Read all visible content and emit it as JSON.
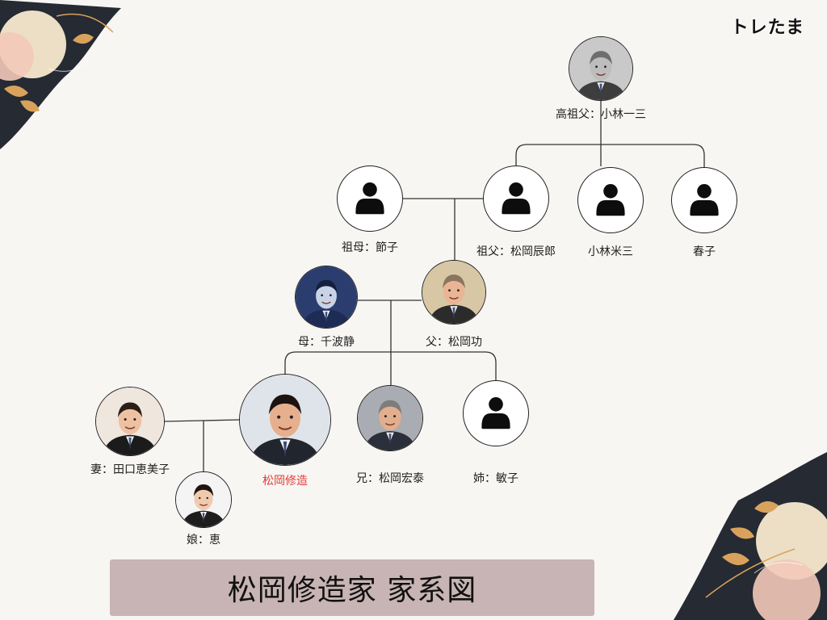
{
  "brand": "トレたま",
  "title": "松岡修造家 家系図",
  "colors": {
    "background": "#f8f6f3",
    "line": "#333333",
    "highlight": "#e53935",
    "title_box": "#c8b4b4",
    "deco_dark": "#252a33",
    "deco_gold": "#d9a25c",
    "deco_peach": "#f3c9b8",
    "deco_cream": "#f7e9cf"
  },
  "members": [
    {
      "id": "great_grandfather",
      "label": "高祖父：小林一三",
      "icon": "portrait-photo",
      "highlight": false
    },
    {
      "id": "grandmother",
      "label": "祖母：節子",
      "icon": "person-silhouette-icon",
      "highlight": false
    },
    {
      "id": "grandfather",
      "label": "祖父：松岡辰郎",
      "icon": "person-silhouette-icon",
      "highlight": false
    },
    {
      "id": "yonezo",
      "label": "小林米三",
      "icon": "person-silhouette-icon",
      "highlight": false
    },
    {
      "id": "haruko",
      "label": "春子",
      "icon": "person-silhouette-icon",
      "highlight": false
    },
    {
      "id": "mother",
      "label": "母：千波静",
      "icon": "portrait-photo",
      "highlight": false
    },
    {
      "id": "father",
      "label": "父：松岡功",
      "icon": "portrait-photo",
      "highlight": false
    },
    {
      "id": "wife",
      "label": "妻：田口恵美子",
      "icon": "portrait-photo",
      "highlight": false
    },
    {
      "id": "shuzo",
      "label": "松岡修造",
      "icon": "portrait-photo",
      "highlight": true
    },
    {
      "id": "brother",
      "label": "兄：松岡宏泰",
      "icon": "portrait-photo",
      "highlight": false
    },
    {
      "id": "sister",
      "label": "姉：敏子",
      "icon": "person-silhouette-icon",
      "highlight": false
    },
    {
      "id": "daughter",
      "label": "娘：恵",
      "icon": "portrait-photo",
      "highlight": false
    }
  ]
}
